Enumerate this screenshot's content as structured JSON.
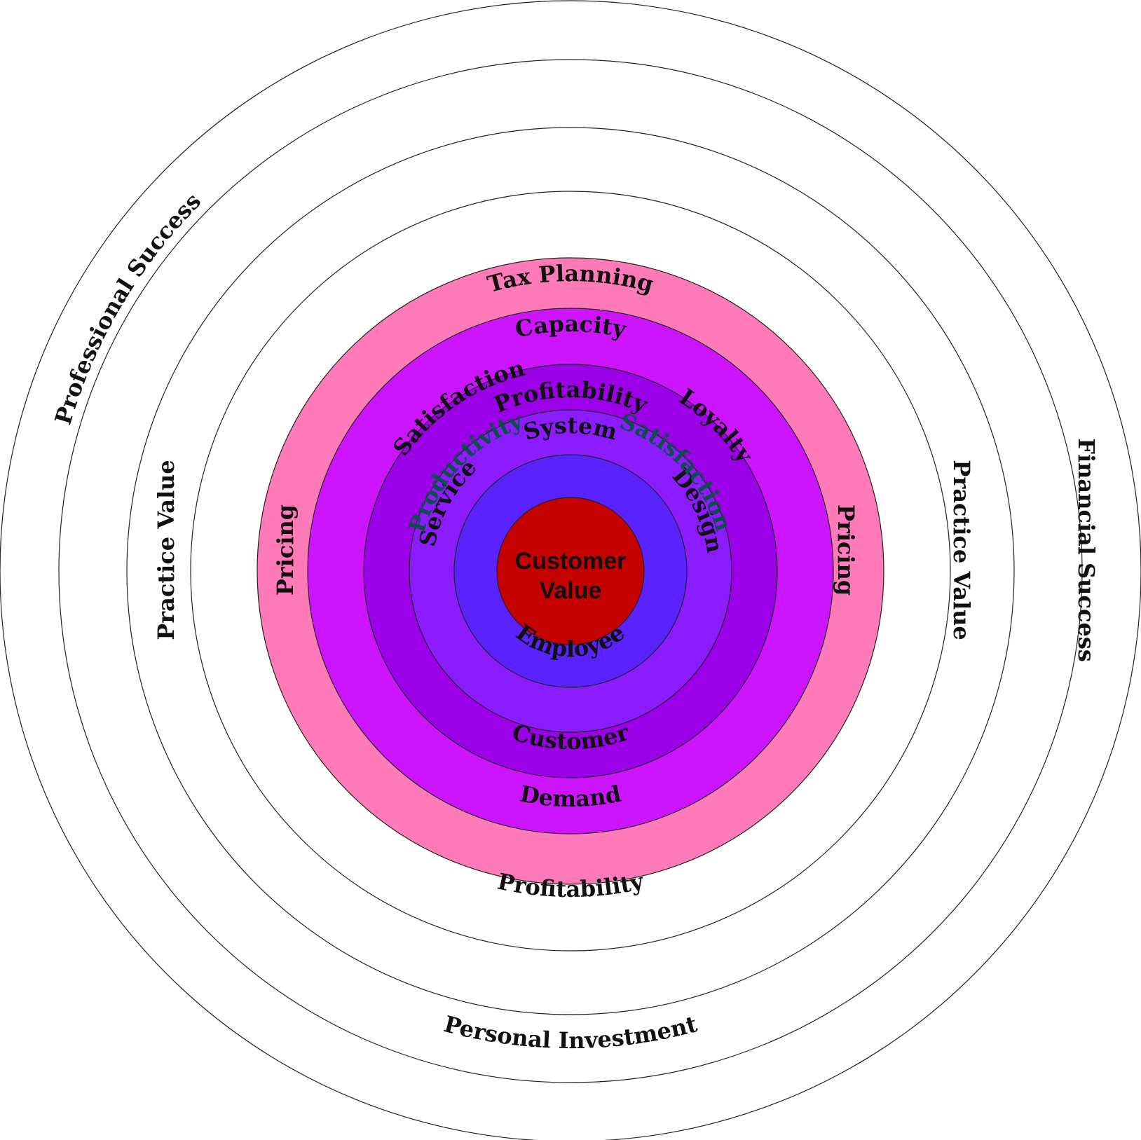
{
  "diagram": {
    "colors": {
      "white": "#ffffff",
      "pink": "#ff7ab8",
      "magenta": "#cc14ff",
      "purple": "#9b00e8",
      "violet": "#8a1cff",
      "blue": "#5a22ff",
      "red": "#c40000",
      "outline": "#222222"
    },
    "center": {
      "line1": "Customer",
      "line2": "Value"
    },
    "labels": {
      "tax_planning": "Tax Planning",
      "personal_investment": "Personal Investment",
      "professional_success": "Professional Success",
      "financial_success": "Financial Success",
      "profitability_top": "Profitability",
      "profitability_bottom": "Profitability",
      "practice_value_left": "Practice Value",
      "practice_value_right": "Practice Value",
      "pricing_left": "Pricing",
      "pricing_right": "Pricing",
      "capacity": "Capacity",
      "demand": "Demand",
      "satisfaction_outer": "Satisfaction",
      "loyalty": "Loyalty",
      "customer": "Customer",
      "system": "System",
      "service": "Service",
      "design": "Design",
      "productivity": "Productivity",
      "satisfaction_inner": "Satisfaction",
      "employee": "Employee"
    }
  }
}
